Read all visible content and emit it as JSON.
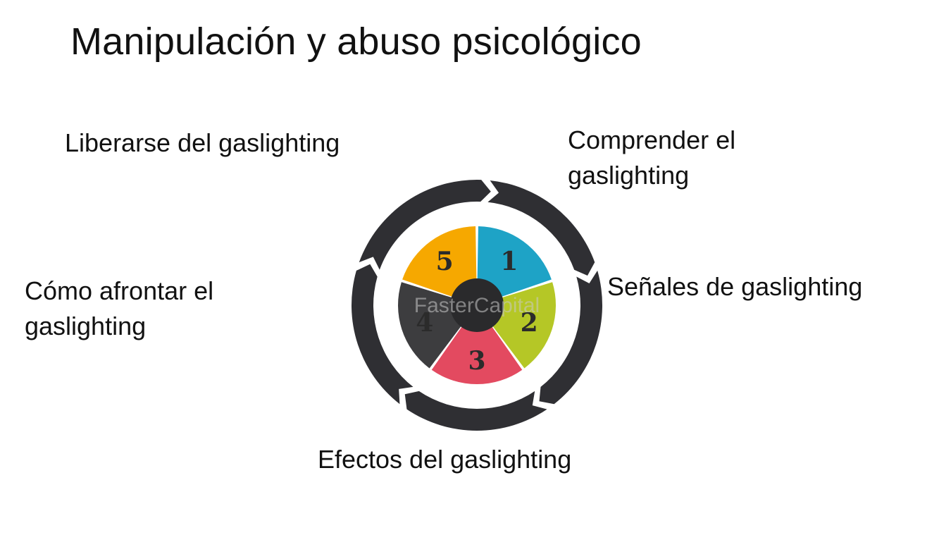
{
  "title": "Manipulación y abuso psicológico",
  "steps": [
    {
      "number": "1",
      "label_line1": "Comprender el",
      "label_line2": "gaslighting",
      "color": "#1ea3c6"
    },
    {
      "number": "2",
      "label": "Señales de gaslighting",
      "color": "#b5c726"
    },
    {
      "number": "3",
      "label": "Efectos del gaslighting",
      "color": "#e34a60"
    },
    {
      "number": "4",
      "label_line1": "Cómo afrontar el",
      "label_line2": "gaslighting",
      "color": "#3d3d3f"
    },
    {
      "number": "5",
      "label": "Liberarse del gaslighting",
      "color": "#f6a800"
    }
  ],
  "ring_color": "#2f2f33",
  "hub_color": "#2a2a2c",
  "watermark": "FasterCapital"
}
